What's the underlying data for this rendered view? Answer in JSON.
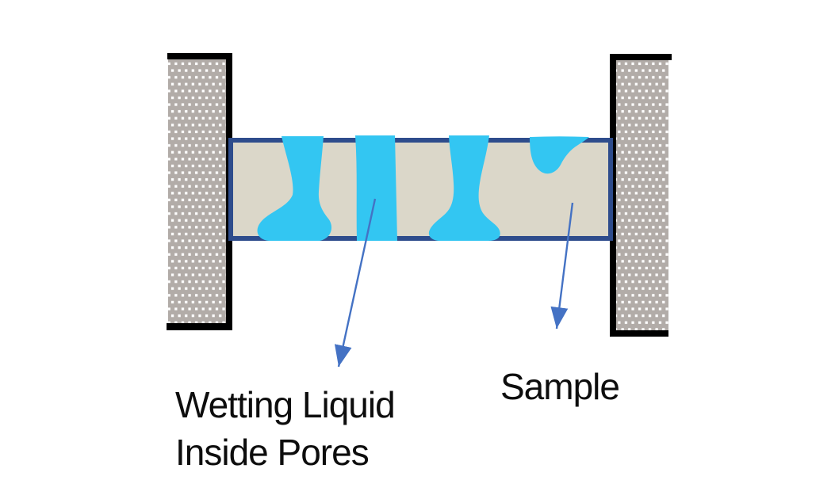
{
  "labels": {
    "wetting_liquid_line1": "Wetting Liquid",
    "wetting_liquid_line2": "Inside Pores",
    "sample": "Sample"
  },
  "colors": {
    "pore_liquid_cyan": "#33C6F2",
    "sample_beige": "#DBD7C9",
    "bar_border_navy": "#2E4C8C",
    "clamp_gray": "#B2ACA8",
    "clamp_dot_white": "#FFFFFF",
    "frame_black": "#000000",
    "arrow_blue": "#4472C4",
    "background": "#FFFFFF"
  }
}
